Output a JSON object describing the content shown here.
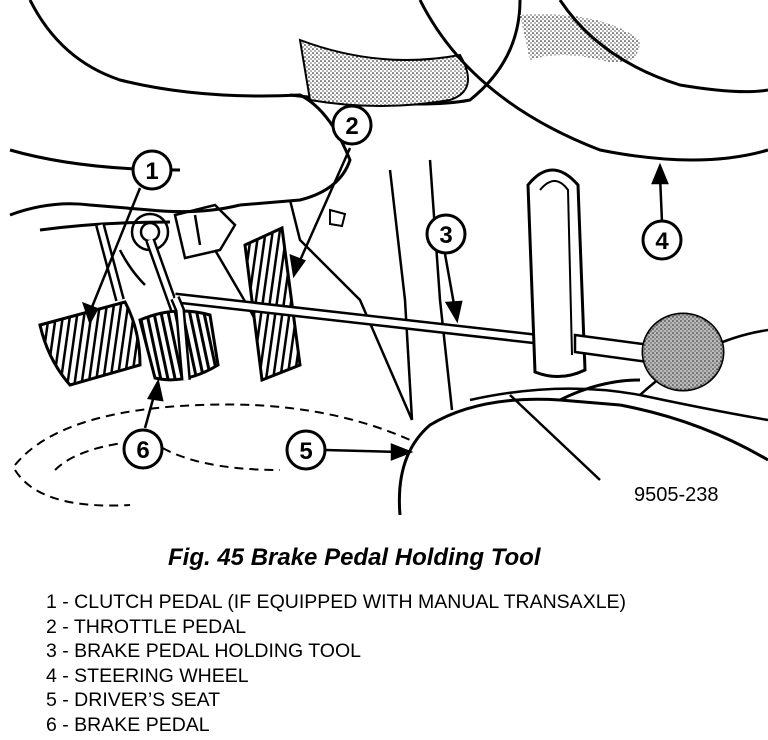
{
  "figure": {
    "id_text": "9505-238",
    "caption": "Fig. 45 Brake Pedal Holding Tool",
    "callouts": [
      "1",
      "2",
      "3",
      "4",
      "5",
      "6"
    ],
    "legend": [
      "1 - CLUTCH PEDAL (IF EQUIPPED WITH MANUAL TRANSAXLE)",
      "2 - THROTTLE PEDAL",
      "3 - BRAKE PEDAL HOLDING TOOL",
      "4 - STEERING WHEEL",
      "5 - DRIVER’S SEAT",
      "6 - BRAKE PEDAL"
    ]
  }
}
